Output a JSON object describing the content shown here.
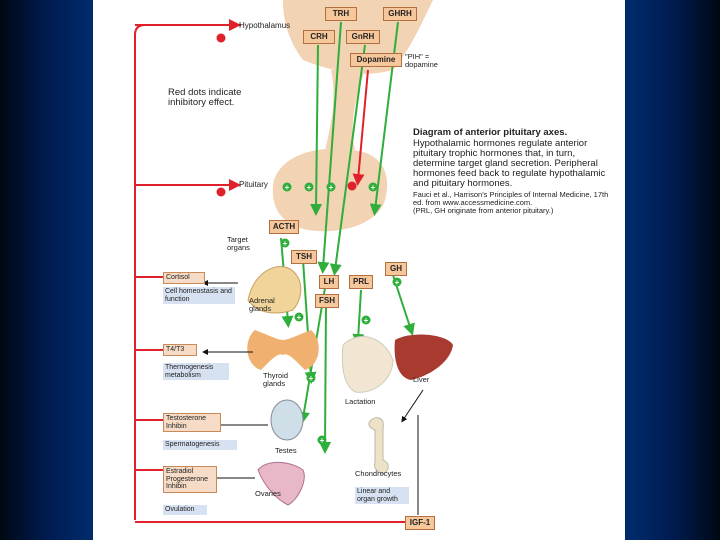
{
  "hormones": {
    "trh": "TRH",
    "ghrh": "GHRH",
    "crh": "CRH",
    "gnrh": "GnRH",
    "dopamine": "Dopamine",
    "pih_note": "\"PIH\" = dopamine"
  },
  "levels": {
    "hypothalamus": "Hypothalamus",
    "pituitary": "Pituitary",
    "target_organs": "Target organs"
  },
  "note_red_dots": "Red dots indicate inhibitory effect.",
  "description": {
    "title": "Diagram of anterior pituitary axes.",
    "body": "Hypothalamic hormones regulate anterior pituitary trophic hormones that, in turn, determine target gland secretion. Peripheral hormones feed back to regulate hypothalamic and pituitary hormones.",
    "citation": "Fauci et al., Harrison's Principles of Internal Medicine, 17th ed. from www.accessmedicine.com.",
    "note": "(PRL, GH originate from anterior pituitary.)"
  },
  "tropic_hormones": {
    "acth": "ACTH",
    "tsh": "TSH",
    "lh": "LH",
    "fsh": "FSH",
    "prl": "PRL",
    "gh": "GH"
  },
  "organs": {
    "adrenal": "Adrenal glands",
    "thyroid": "Thyroid glands",
    "testes": "Testes",
    "ovaries": "Ovaries",
    "lactation": "Lactation",
    "liver": "Liver",
    "chondrocytes": "Chondrocytes"
  },
  "peripheral": {
    "cortisol": "Cortisol",
    "cortisol_effect": "Cell homeostasis and function",
    "t4t3": "T4/T3",
    "t4t3_effect": "Thermogenesis metabolism",
    "testosterone": "Testosterone Inhibin",
    "testes_effect": "Spermatogenesis",
    "estradiol": "Estradiol Progesterone Inhibin",
    "ovary_effect": "Ovulation",
    "growth_effect": "Linear and organ growth",
    "igf1": "IGF-1"
  },
  "colors": {
    "stimulatory": "#2fae3b",
    "inhibitory": "#e0202a",
    "hormone_box": "#f6c79b",
    "effect_box": "#d6e2f1",
    "gland": "#f2d3b3",
    "background": "#002a6a"
  }
}
